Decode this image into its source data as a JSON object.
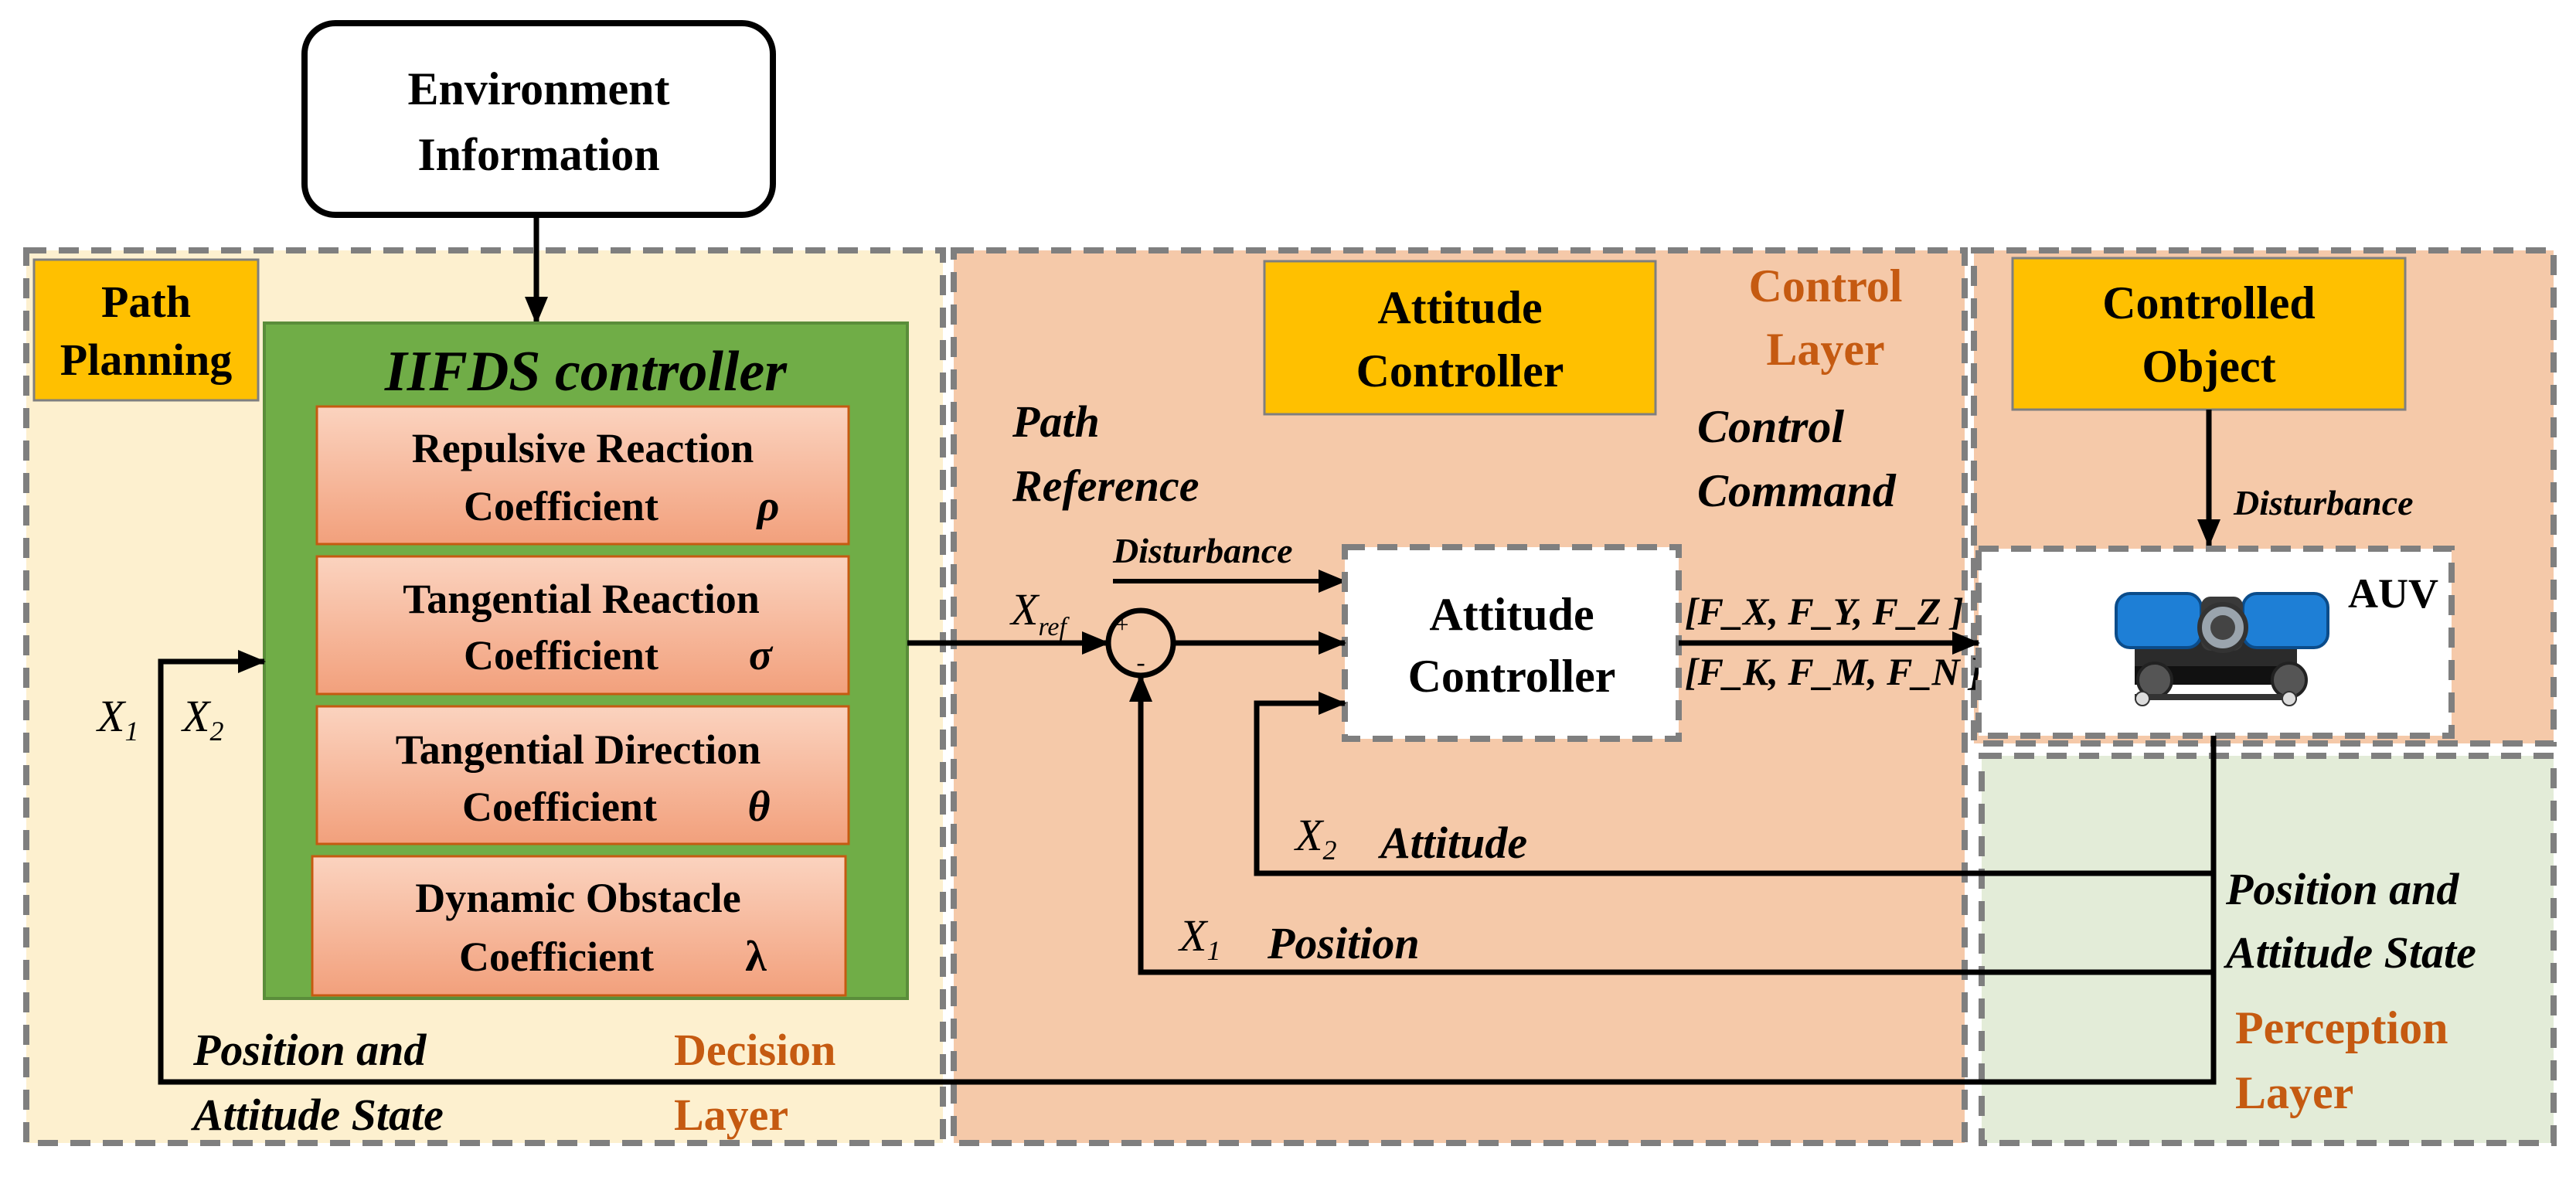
{
  "colors": {
    "decision_layer_bg": "#fdf0cf",
    "control_layer_bg": "#f5c9a9",
    "perception_layer_bg": "#e3ecd8",
    "header_box": "#ffc000",
    "controller_green": "#70ad47",
    "coefficient_box": "#f5a786",
    "layer_label": "#c55a11",
    "dash_border": "#7f7f7f",
    "line": "#000000"
  },
  "environment": {
    "line1": "Environment",
    "line2": "Information"
  },
  "decision_layer": {
    "header_line1": "Path",
    "header_line2": "Planning",
    "controller_title": "IIFDS controller",
    "coefficients": [
      {
        "line1": "Repulsive Reaction",
        "line2": "Coefficient",
        "symbol": "ρ"
      },
      {
        "line1": "Tangential Reaction",
        "line2": "Coefficient",
        "symbol": "σ"
      },
      {
        "line1": "Tangential Direction",
        "line2": "Coefficient",
        "symbol": "θ"
      },
      {
        "line1": "Dynamic Obstacle",
        "line2": "Coefficient",
        "symbol": "λ"
      }
    ],
    "x1_label": "X",
    "x1_sub": "1",
    "x2_label": "X",
    "x2_sub": "2",
    "state_line1": "Position and",
    "state_line2": "Attitude State",
    "layer_line1": "Decision",
    "layer_line2": "Layer"
  },
  "control_layer": {
    "header_line1": "Attitude",
    "header_line2": "Controller",
    "layer_line1": "Control",
    "layer_line2": "Layer",
    "path_ref_line1": "Path",
    "path_ref_line2": "Reference",
    "command_line1": "Control",
    "command_line2": "Command",
    "disturbance": "Disturbance",
    "xref_main": "X",
    "xref_sub": "ref",
    "plus": "+",
    "minus": "-",
    "controller_line1": "Attitude",
    "controller_line2": "Controller",
    "force_vector": "[F_X, F_Y, F_Z ]",
    "moment_vector": "[F_K, F_M, F_N ]",
    "x2_attitude_main": "X",
    "x2_attitude_sub": "2",
    "x2_attitude_text": "Attitude",
    "x1_position_main": "X",
    "x1_position_sub": "1",
    "x1_position_text": "Position"
  },
  "controlled_object": {
    "header_line1": "Controlled",
    "header_line2": "Object",
    "disturbance": "Disturbance",
    "auv_label": "AUV"
  },
  "perception_layer": {
    "state_line1": "Position and",
    "state_line2": "Attitude State",
    "layer_line1": "Perception",
    "layer_line2": "Layer"
  }
}
